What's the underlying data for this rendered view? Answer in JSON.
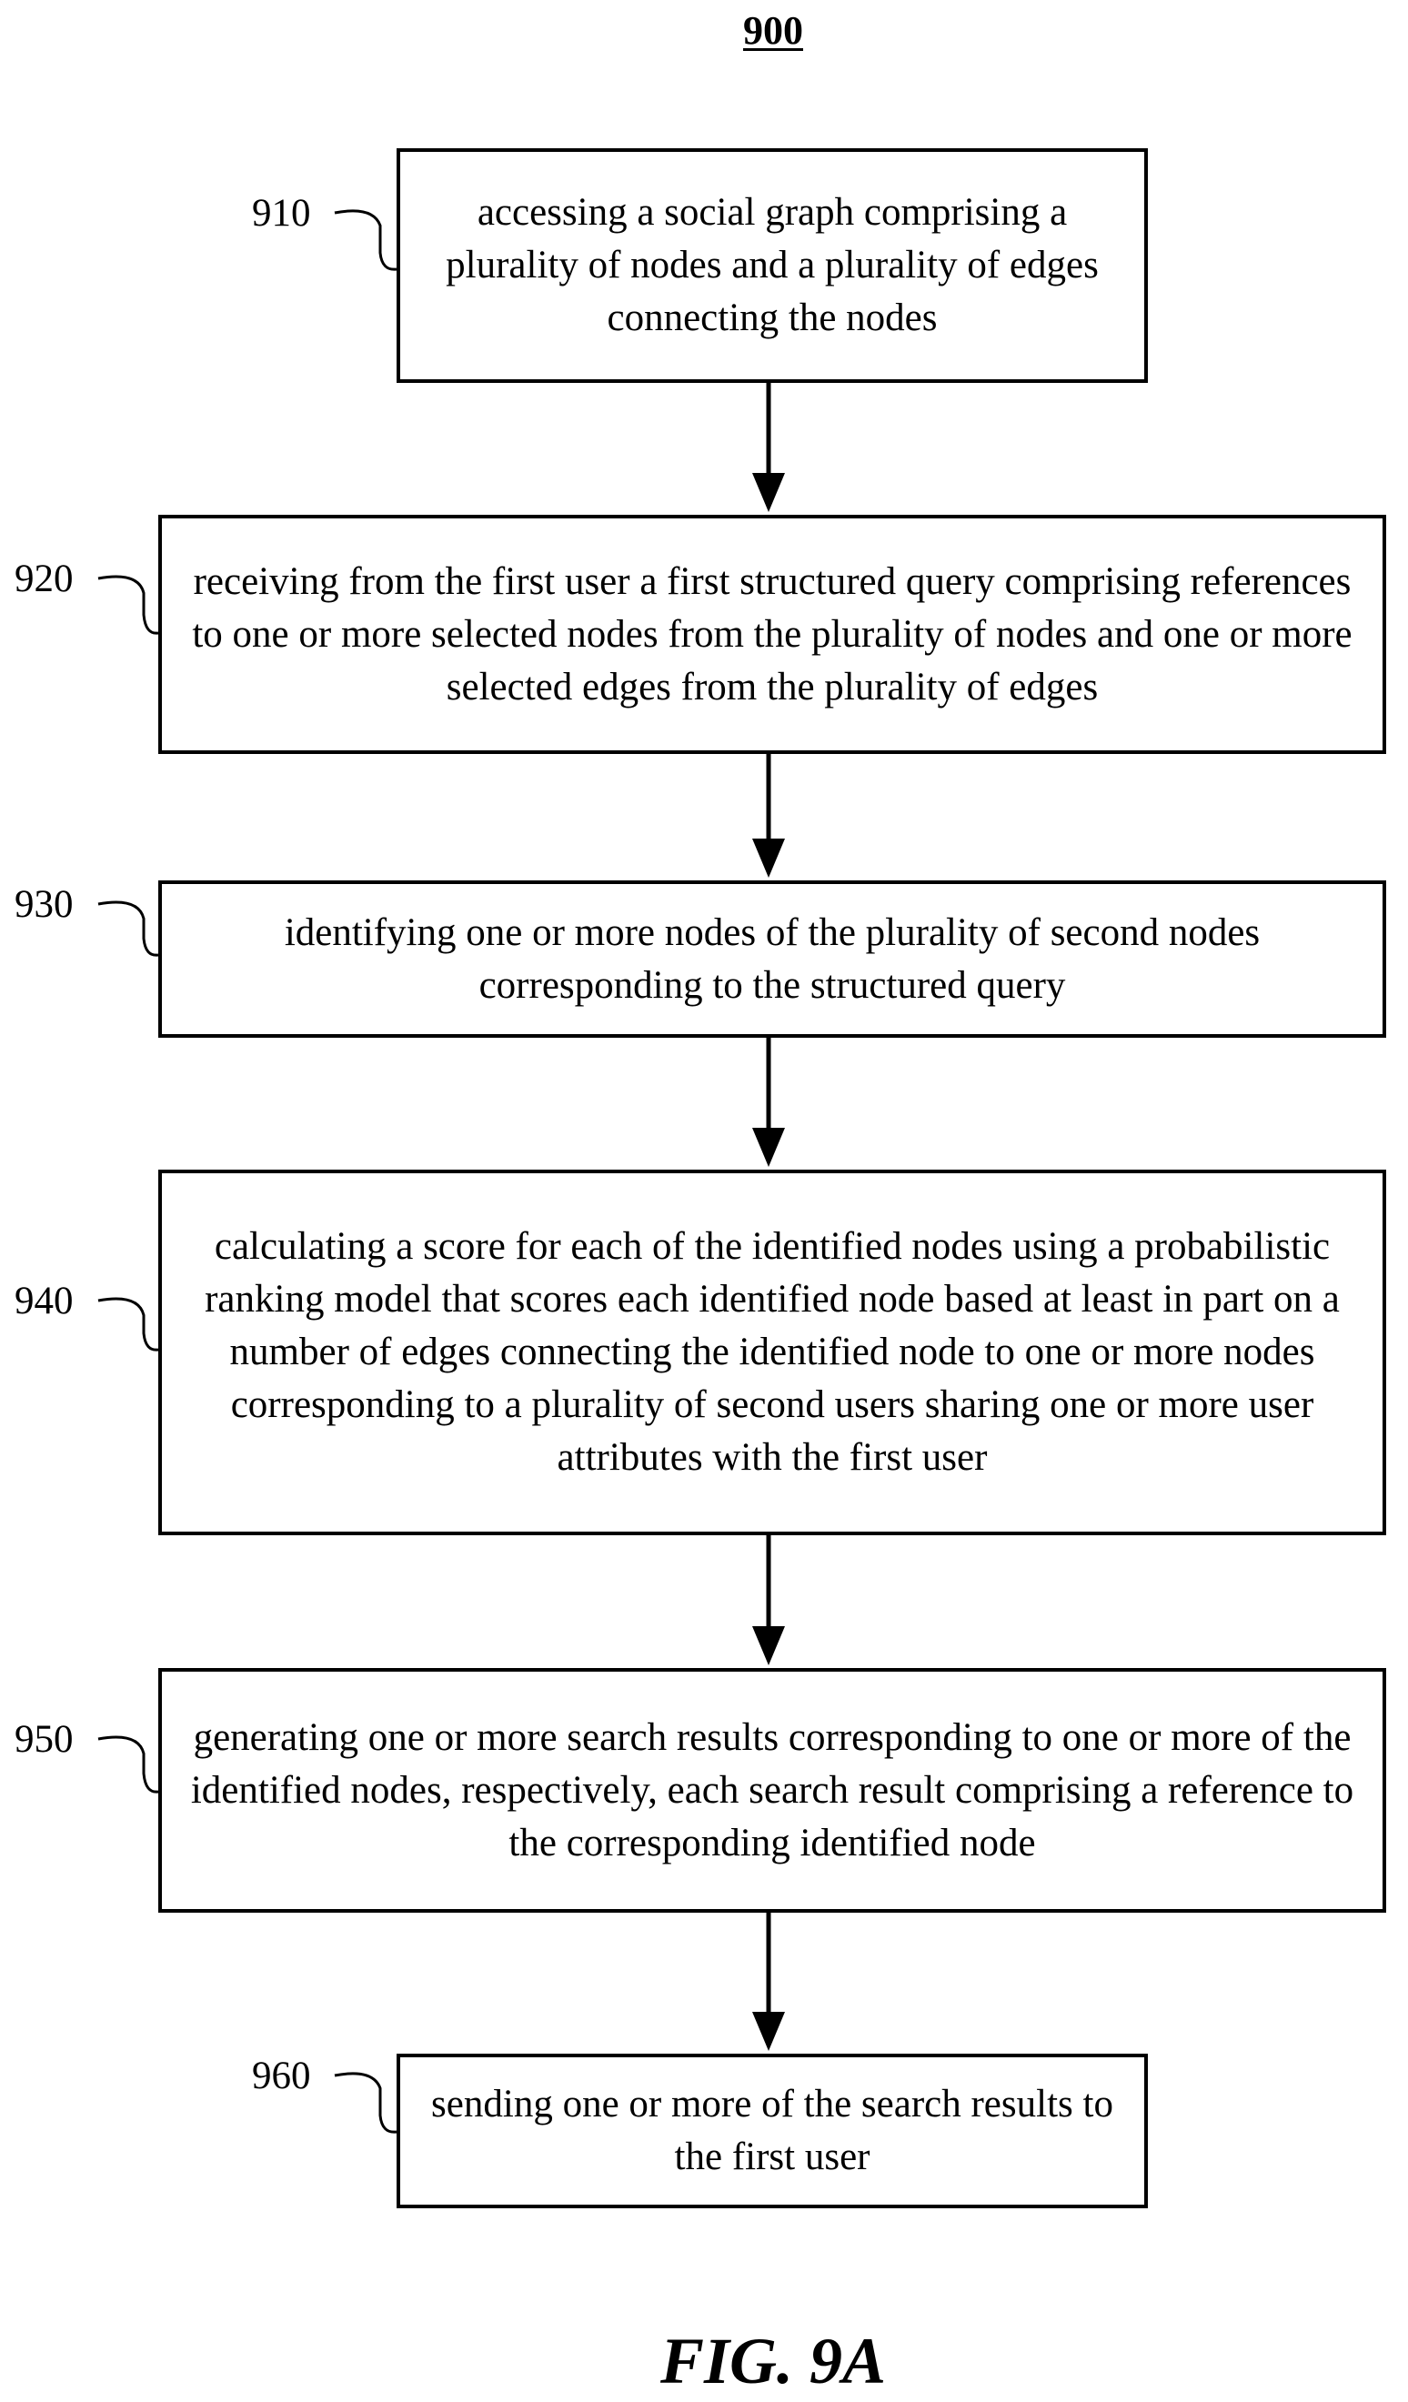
{
  "figure_number": "900",
  "caption": "FIG. 9A",
  "steps": [
    {
      "ref": "910",
      "text": "accessing a social graph comprising a plurality of nodes and a plurality of edges connecting the nodes"
    },
    {
      "ref": "920",
      "text": "receiving from the first user a first structured query comprising references to one or more selected nodes from the plurality of nodes and one or more selected edges from the plurality of edges"
    },
    {
      "ref": "930",
      "text": "identifying one or more nodes of the plurality of second nodes corresponding to the structured query"
    },
    {
      "ref": "940",
      "text": "calculating a score for each of the identified nodes using a probabilistic ranking model that scores each identified node based at least in part on a number of edges connecting the identified node to one or more nodes corresponding to a plurality of second users sharing one or more user attributes with the first user"
    },
    {
      "ref": "950",
      "text": "generating one or more search results corresponding to one or more of the identified nodes, respectively, each search result comprising a reference to the corresponding identified node"
    },
    {
      "ref": "960",
      "text": "sending one or more of the search results to the first user"
    }
  ]
}
